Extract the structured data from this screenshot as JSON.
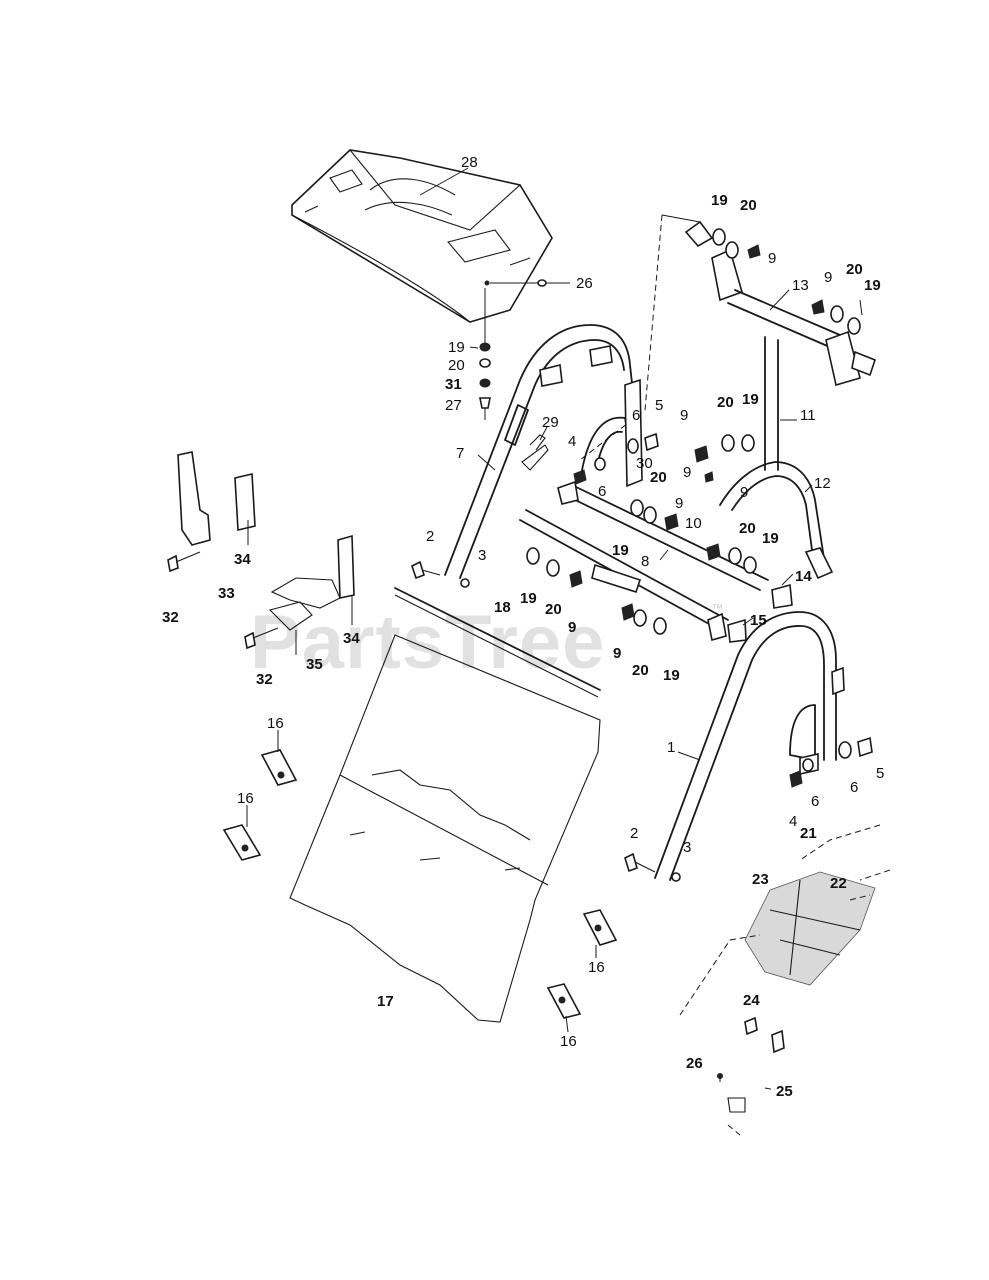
{
  "watermark": {
    "text": "PartsTree",
    "trademark": "™"
  },
  "labels": {
    "l28": "28",
    "l26a": "26",
    "l19a": "19",
    "l20a": "20",
    "l31": "31",
    "l27": "27",
    "l19b": "19",
    "l20b": "20",
    "l9a": "9",
    "l13": "13",
    "l9b": "9",
    "l20c": "20",
    "l19c": "19",
    "l29": "29",
    "l7": "7",
    "l4a": "4",
    "l6a": "6",
    "l5a": "5",
    "l30": "30",
    "l9c": "9",
    "l20d": "20",
    "l19d": "19",
    "l11": "11",
    "l9d": "9",
    "l6b": "6",
    "l20e": "20",
    "l9e": "9",
    "l12": "12",
    "l10": "10",
    "l9f": "9",
    "l20f": "20",
    "l19e": "19",
    "l19f": "19",
    "l8": "8",
    "l14": "14",
    "l15": "15",
    "l34a": "34",
    "l32a": "32",
    "l33": "33",
    "l2a": "2",
    "l3a": "3",
    "l18": "18",
    "l19g": "19",
    "l20g": "20",
    "l9g": "9",
    "l9h": "9",
    "l20h": "20",
    "l19h": "19",
    "l34b": "34",
    "l32b": "32",
    "l35": "35",
    "l16a": "16",
    "l16b": "16",
    "l1": "1",
    "l4b": "4",
    "l6c": "6",
    "l6d": "6",
    "l5b": "5",
    "l21": "21",
    "l2b": "2",
    "l3b": "3",
    "l23": "23",
    "l22": "22",
    "l16c": "16",
    "l17": "17",
    "l24": "24",
    "l16d": "16",
    "l26b": "26",
    "l25": "25"
  }
}
